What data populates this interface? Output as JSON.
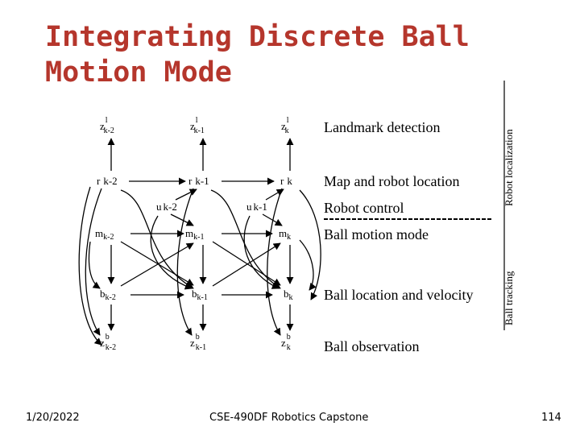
{
  "slide": {
    "title_line1": "Integrating Discrete Ball",
    "title_line2": "Motion Mode",
    "date": "1/20/2022",
    "course": "CSE-490DF Robotics Capstone",
    "page_number": "114",
    "title_color": "#b5362c"
  },
  "diagram": {
    "nodes": {
      "z_l_k2": {
        "base": "z",
        "sup": "l",
        "sub": "k-2"
      },
      "z_l_k1": {
        "base": "z",
        "sup": "l",
        "sub": "k-1"
      },
      "z_l_k": {
        "base": "z",
        "sup": "l",
        "sub": "k"
      },
      "r_k2": {
        "base": "r",
        "sub": "k-2"
      },
      "r_k1": {
        "base": "r",
        "sub": "k-1"
      },
      "r_k": {
        "base": "r",
        "sub": "k"
      },
      "u_k2": {
        "base": "u",
        "sub": "k-2"
      },
      "u_k1": {
        "base": "u",
        "sub": "k-1"
      },
      "m_k2": {
        "base": "m",
        "sub": "k-2"
      },
      "m_k1": {
        "base": "m",
        "sub": "k-1"
      },
      "m_k": {
        "base": "m",
        "sub": "k"
      },
      "b_k2": {
        "base": "b",
        "sub": "k-2"
      },
      "b_k1": {
        "base": "b",
        "sub": "k-1"
      },
      "b_k": {
        "base": "b",
        "sub": "k"
      },
      "z_b_k2": {
        "base": "z",
        "sup": "b",
        "sub": "k-2"
      },
      "z_b_k1": {
        "base": "z",
        "sup": "b",
        "sub": "k-1"
      },
      "z_b_k": {
        "base": "z",
        "sup": "b",
        "sub": "k"
      }
    },
    "row_labels": {
      "landmark": "Landmark detection",
      "map_robot": "Map and robot location",
      "robot_control": "Robot control",
      "ball_motion": "Ball motion mode",
      "ball_location": "Ball location and velocity",
      "ball_observation": "Ball observation"
    },
    "side_labels": {
      "robot_localization": "Robot localization",
      "ball_tracking": "Ball tracking"
    }
  }
}
